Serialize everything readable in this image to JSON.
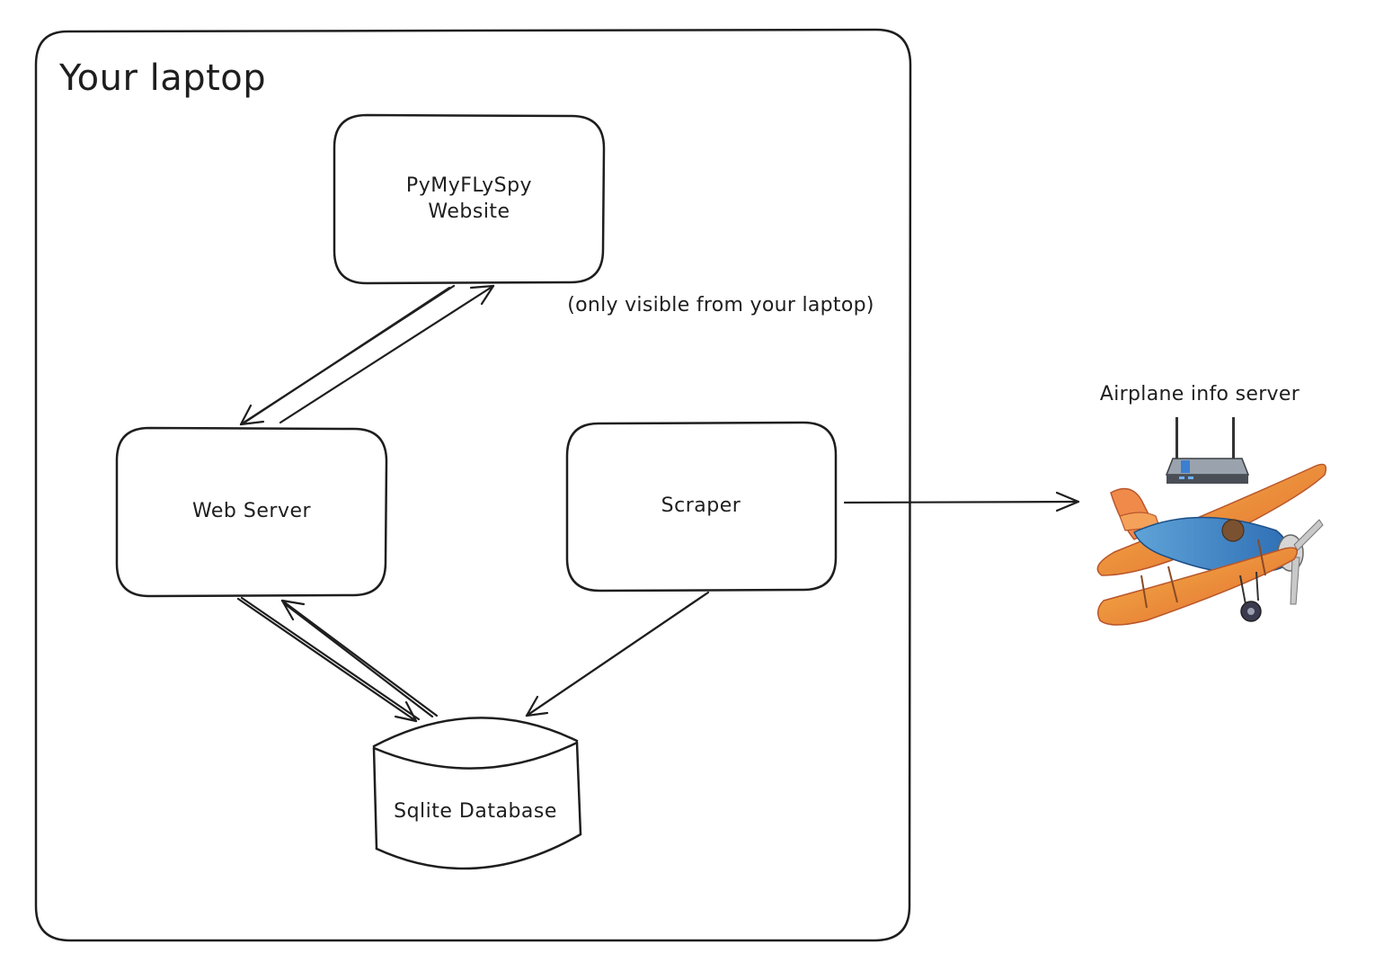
{
  "diagram": {
    "container_label": "Your laptop",
    "note": "(only visible from your laptop)",
    "nodes": {
      "website": {
        "label_line1": "PyMyFLySpy",
        "label_line2": "Website"
      },
      "web_server": {
        "label": "Web Server"
      },
      "scraper": {
        "label": "Scraper"
      },
      "database": {
        "label": "Sqlite Database"
      },
      "external": {
        "label": "Airplane info server"
      }
    },
    "edges": [
      {
        "from": "website",
        "to": "web_server"
      },
      {
        "from": "web_server",
        "to": "website"
      },
      {
        "from": "web_server",
        "to": "database"
      },
      {
        "from": "database",
        "to": "web_server"
      },
      {
        "from": "scraper",
        "to": "database"
      },
      {
        "from": "scraper",
        "to": "external"
      }
    ],
    "icons": [
      "router-icon",
      "biplane-icon"
    ],
    "colors": {
      "stroke": "#1e1e1e",
      "background": "#ffffff"
    }
  }
}
